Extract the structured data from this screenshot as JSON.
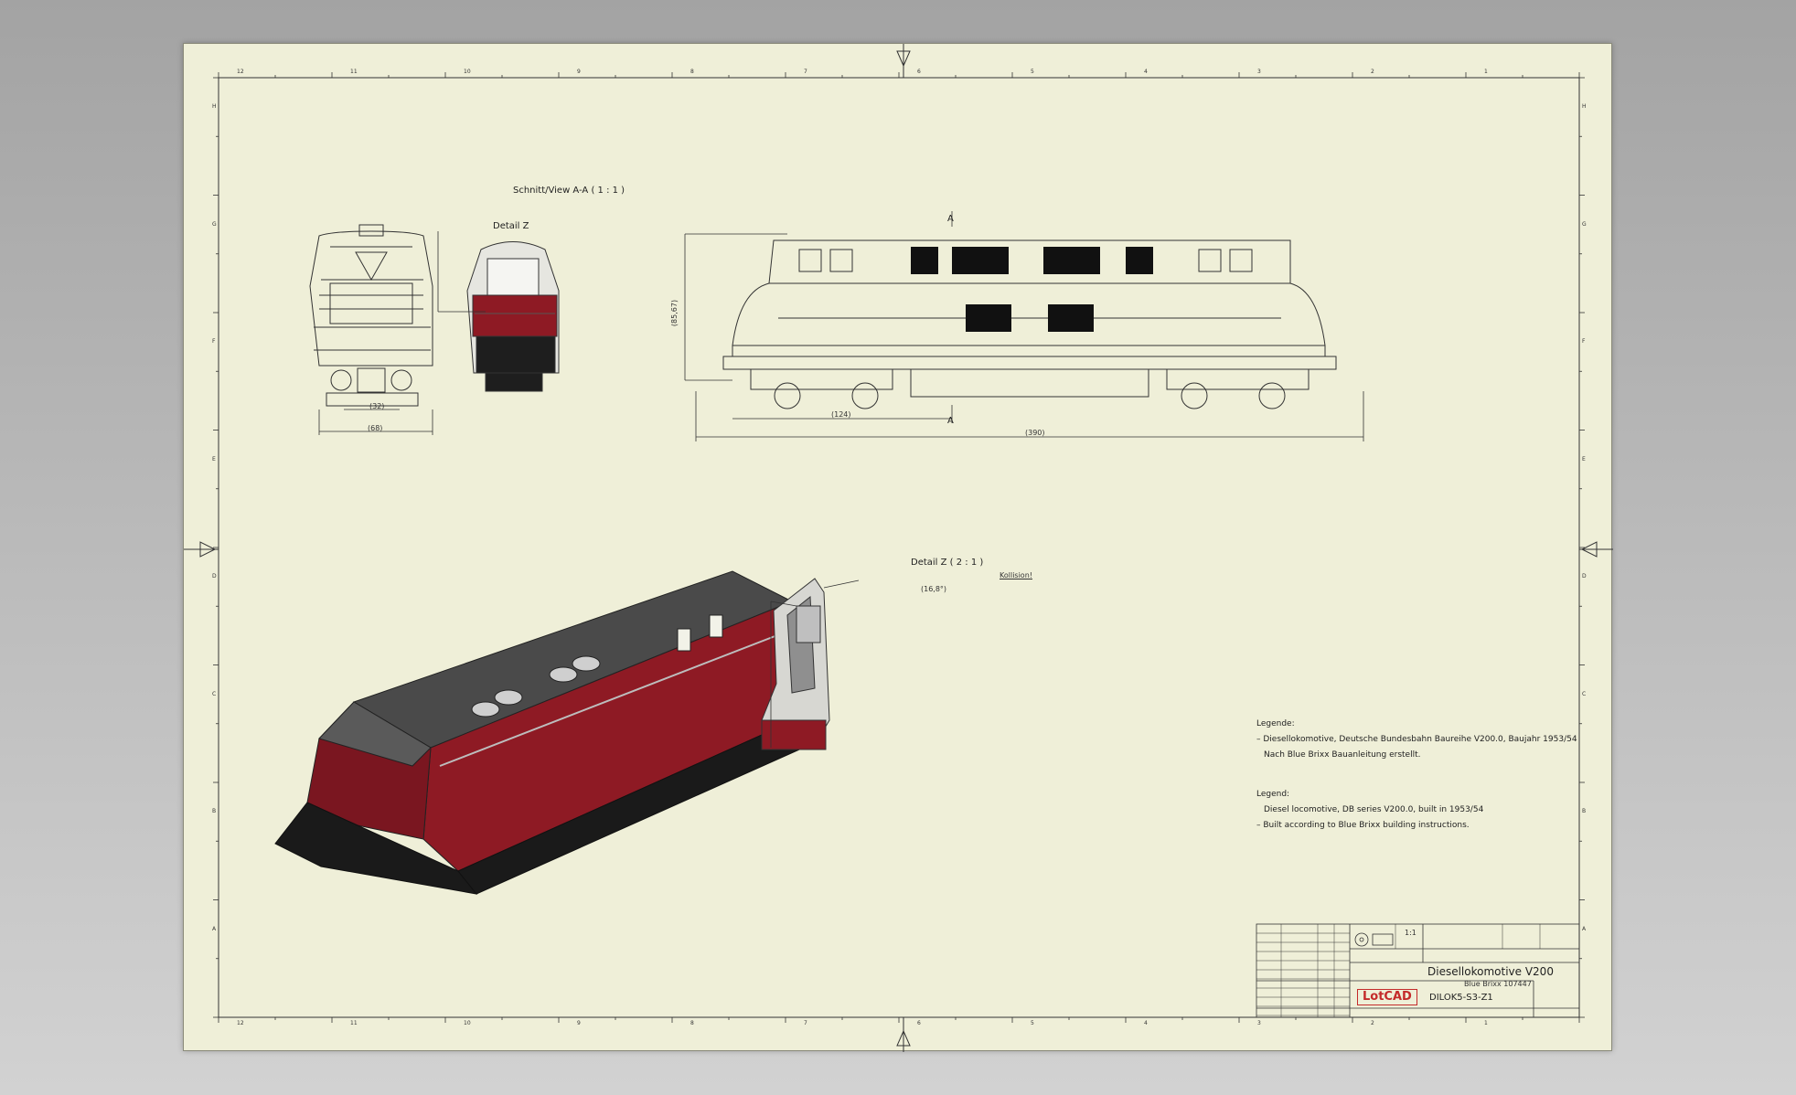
{
  "frame": {
    "col_numbers": [
      "12",
      "11",
      "10",
      "9",
      "8",
      "7",
      "6",
      "5",
      "4",
      "3",
      "2",
      "1"
    ],
    "row_letters": [
      "H",
      "G",
      "F",
      "E",
      "D",
      "C",
      "B",
      "A"
    ]
  },
  "views": {
    "section_title": "Schnitt/View A-A ( 1 : 1 )",
    "detail_z_label": "Detail Z",
    "detail_z_scaled": "Detail Z ( 2 : 1 )",
    "collision_note": "Kollision!",
    "section_marker": "A"
  },
  "dimensions": {
    "width_inner": "(32)",
    "width_outer": "(68)",
    "height": "(85,67)",
    "bogie": "(124)",
    "length": "(390)",
    "angle": "(16,8°)"
  },
  "legend_de": {
    "heading": "Legende:",
    "line1": "– Diesellokomotive, Deutsche Bundesbahn Baureihe V200.0, Baujahr 1953/54",
    "line2": "Nach Blue Brixx Bauanleitung erstellt."
  },
  "legend_en": {
    "heading": "Legend:",
    "line1": "Diesel locomotive, DB series V200.0, built in 1953/54",
    "line2": "– Built according to Blue Brixx building instructions."
  },
  "title_block": {
    "scale": "1:1",
    "title": "Diesellokomotive V200",
    "subtitle": "Blue Brixx 107447",
    "drawing_number": "DILOK5-S3-Z1",
    "logo": "LotCAD"
  },
  "colors": {
    "sheet": "#efefd8",
    "line": "#333333",
    "loco_red": "#8e1a24",
    "loco_roof": "#4a4a4a"
  }
}
